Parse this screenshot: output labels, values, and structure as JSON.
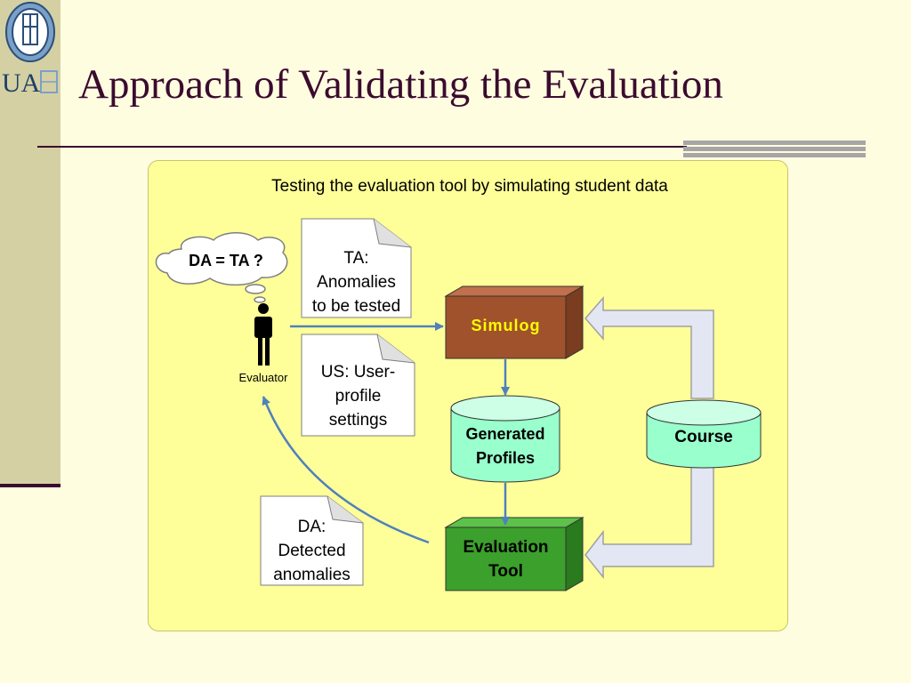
{
  "slide": {
    "title": "Approach of Validating the Evaluation",
    "logo_text": "UA"
  },
  "diagram": {
    "caption": "Testing the evaluation tool by simulating student data",
    "thought": "DA = TA ?",
    "actor_label": "Evaluator",
    "notes": {
      "ta": [
        "TA:",
        "Anomalies",
        "to be tested"
      ],
      "us": [
        "US: User-",
        "profile",
        "settings"
      ],
      "da": [
        "DA:",
        "Detected",
        "anomalies"
      ]
    },
    "nodes": {
      "simulog": "Simulog",
      "generated_profiles": [
        "Generated",
        "Profiles"
      ],
      "course": "Course",
      "evaluation_tool": [
        "Evaluation",
        "Tool"
      ]
    }
  },
  "colors": {
    "title": "#3b0b2f",
    "panel": "#ffff99",
    "simulog": "#a0522d",
    "simulog_text": "#ffff00",
    "cylinder": "#99ffcc",
    "evaluation_tool": "#3ca02c",
    "arrow": "#4f81bd",
    "wide_arrow": "#e3e7f4"
  }
}
